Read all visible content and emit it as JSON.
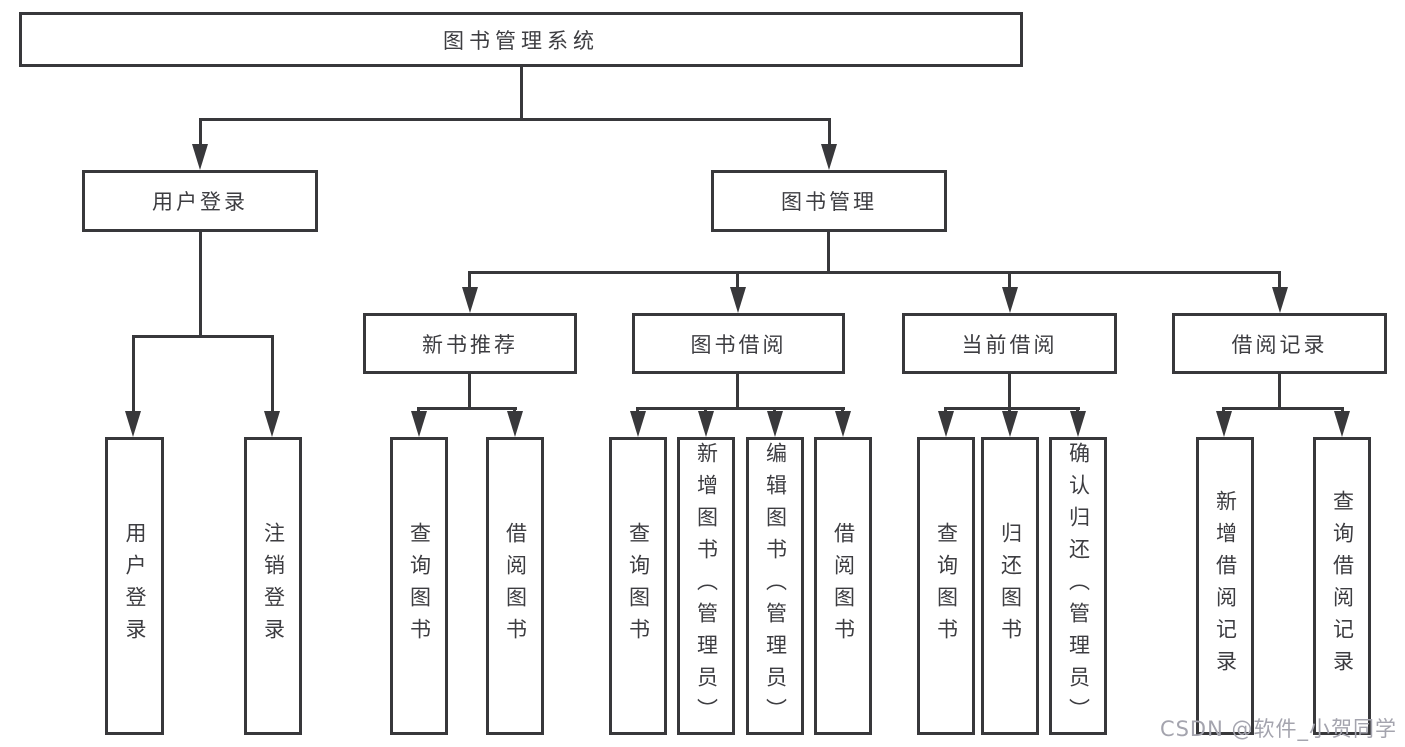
{
  "tree": {
    "root": "图书管理系统",
    "level2": [
      {
        "label": "用户登录",
        "children": [
          "用户登录",
          "注销登录"
        ]
      },
      {
        "label": "图书管理",
        "children": [
          {
            "label": "新书推荐",
            "children": [
              "查询图书",
              "借阅图书"
            ]
          },
          {
            "label": "图书借阅",
            "children": [
              "查询图书",
              "新增图书（管理员）",
              "编辑图书（管理员）",
              "借阅图书"
            ]
          },
          {
            "label": "当前借阅",
            "children": [
              "查询图书",
              "归还图书",
              "确认归还（管理员）"
            ]
          },
          {
            "label": "借阅记录",
            "children": [
              "新增借阅记录",
              "查询借阅记录"
            ]
          }
        ]
      }
    ]
  },
  "watermark": "CSDN @软件_小贺同学",
  "colors": {
    "line": "#38383b",
    "text": "#3d3d41",
    "watermark": "#a4a4ae",
    "background": "#ffffff"
  }
}
